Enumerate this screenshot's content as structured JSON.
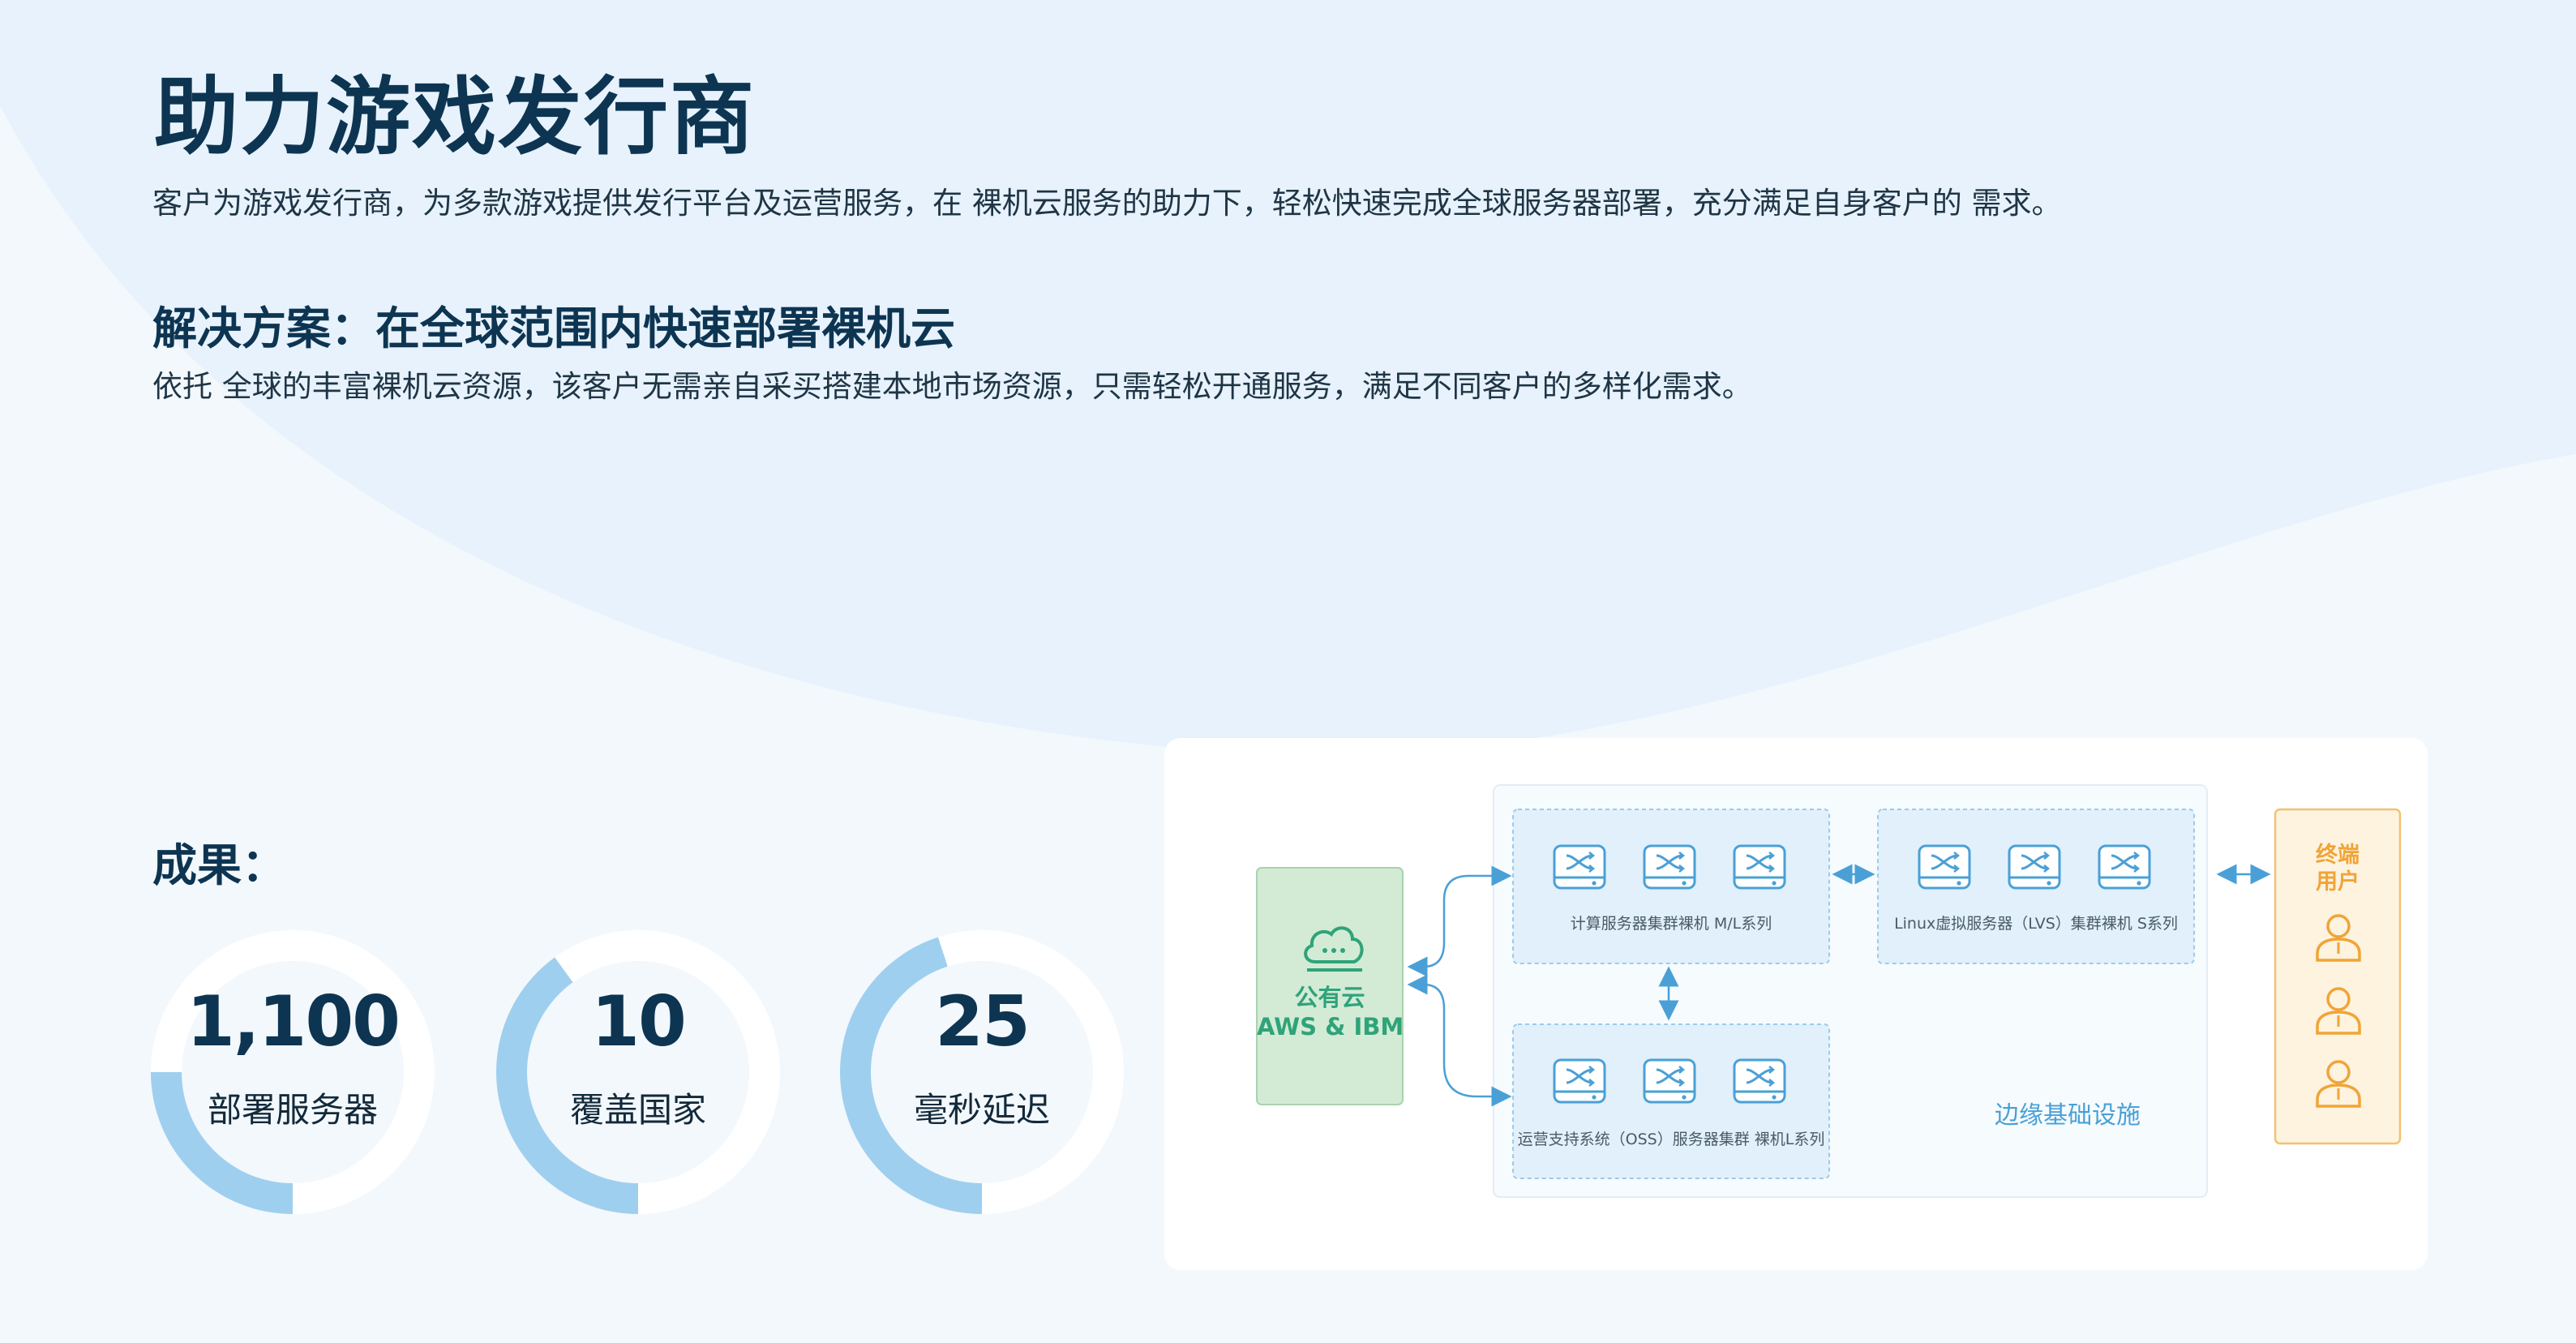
{
  "header": {
    "title": "助力游戏发行商",
    "description": "客户为游戏发行商，为多款游戏提供发行平台及运营服务，在 裸机云服务的助力下，轻松快速完成全球服务器部署，充分满足自身客户的 需求。"
  },
  "solution": {
    "title": "解决方案：在全球范围内快速部署裸机云",
    "description": "依托 全球的丰富裸机云资源，该客户无需亲自采买搭建本地市场资源，只需轻松开通服务，满足不同客户的多样化需求。"
  },
  "results": {
    "title": "成果：",
    "metrics": [
      {
        "value": "1,100",
        "label": "部署服务器",
        "fill": 0.25
      },
      {
        "value": "10",
        "label": "覆盖国家",
        "fill": 0.4
      },
      {
        "value": "25",
        "label": "毫秒延迟",
        "fill": 0.45
      }
    ]
  },
  "diagram": {
    "public_cloud": {
      "line1": "公有云",
      "line2": "AWS & IBM"
    },
    "compute_cluster": "计算服务器集群裸机 M/L系列",
    "linux_cluster": "Linux虚拟服务器（LVS）集群裸机 S系列",
    "oss_cluster": "运营支持系统（OSS）服务器集群 裸机L系列",
    "edge_label": "边缘基础设施",
    "end_user": {
      "line1": "终端",
      "line2": "用户"
    }
  },
  "colors": {
    "title": "#0d3552",
    "ring_fill": "#9fcfef",
    "ring_track": "#ffffff",
    "cloud_green": "#2fa37a",
    "accent_blue": "#4aa0d6",
    "user_orange": "#f0a437"
  }
}
